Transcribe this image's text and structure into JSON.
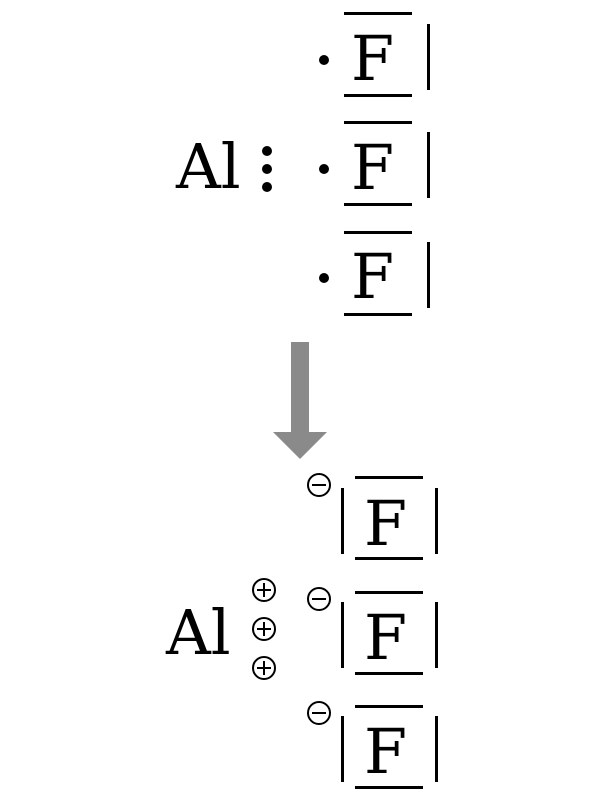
{
  "before": {
    "metal_symbol": "Al",
    "halogen_symbol": "F",
    "fluorine_rows": [
      "F",
      "F",
      "F"
    ]
  },
  "after": {
    "metal_symbol": "Al",
    "halogen_symbol": "F",
    "fluorine_rows": [
      "F",
      "F",
      "F"
    ],
    "cation_charges": [
      "+",
      "+",
      "+"
    ],
    "anion_charges": [
      "-",
      "-",
      "-"
    ]
  },
  "colors": {
    "text": "#000000",
    "arrow": "#8a8a8a",
    "background": "#ffffff"
  },
  "icons": {
    "transition_arrow": "arrow-down-icon",
    "positive_charge": "plus-circle-icon",
    "negative_charge": "minus-circle-icon"
  }
}
